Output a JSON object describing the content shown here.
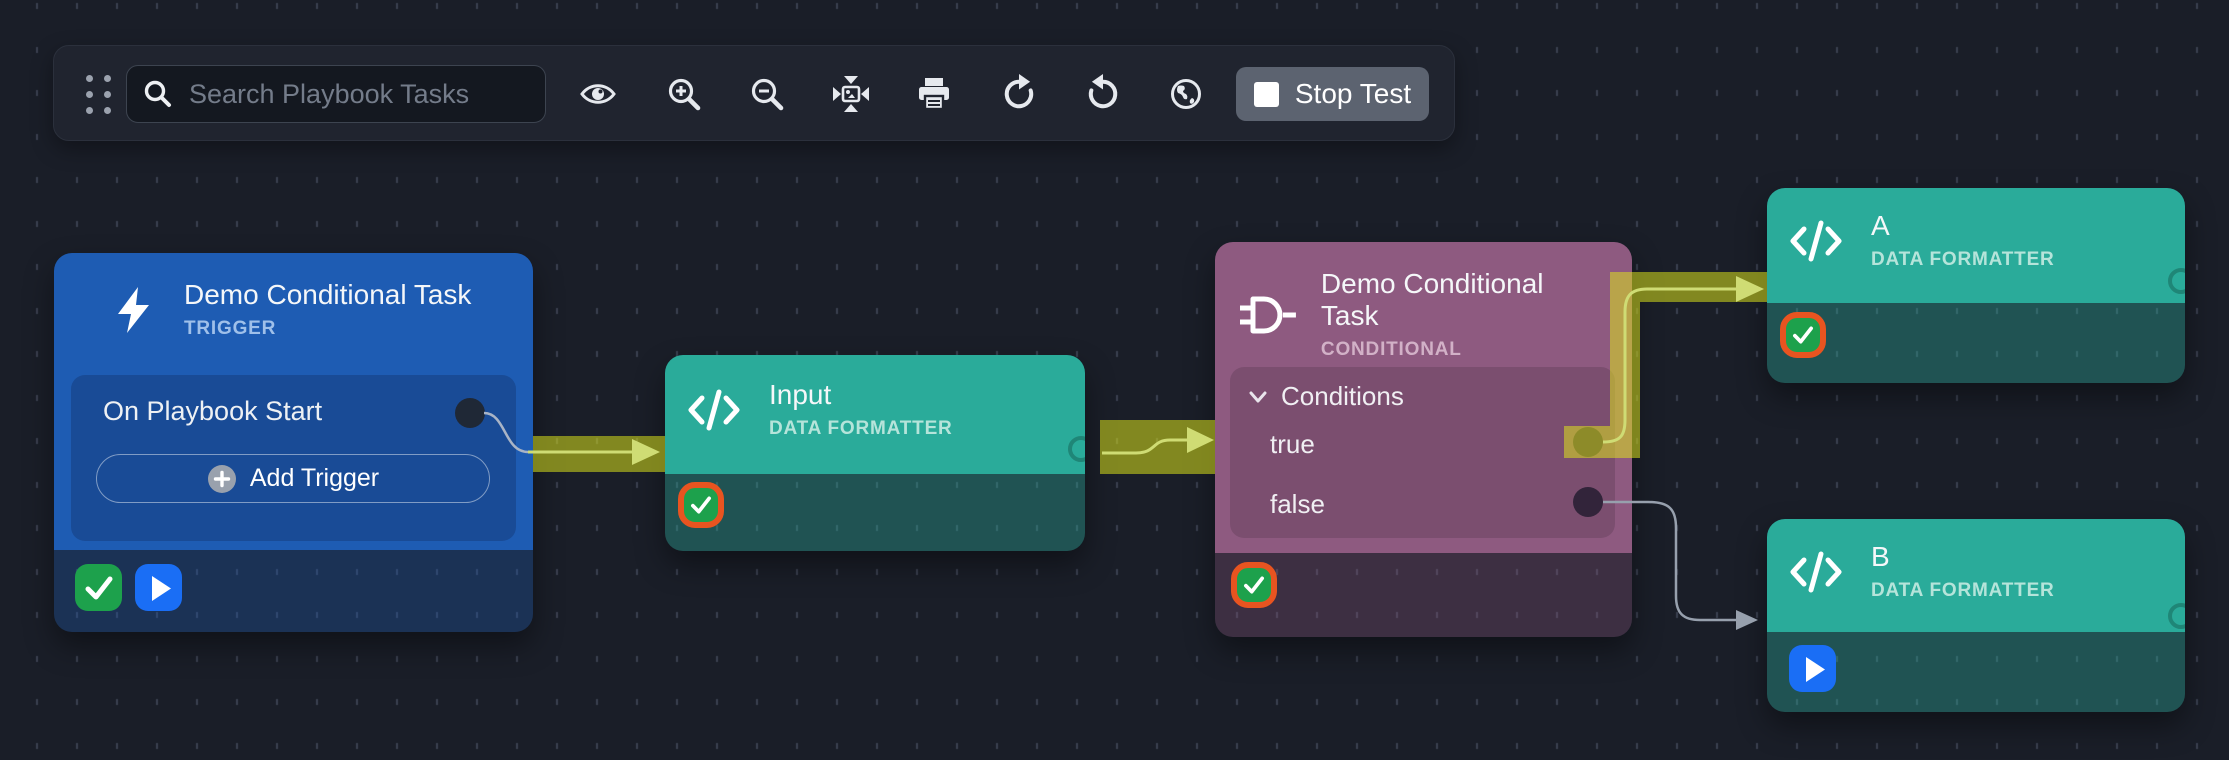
{
  "toolbar": {
    "search": {
      "placeholder": "Search Playbook Tasks"
    },
    "icon_buttons": [
      "eye",
      "zoom-in",
      "zoom-out",
      "fit-view",
      "print",
      "redo",
      "undo",
      "globe"
    ],
    "stop_test": {
      "label": "Stop Test"
    }
  },
  "nodes": {
    "trigger": {
      "title": "Demo Conditional Task",
      "type_label": "TRIGGER",
      "event_row": "On Playbook Start",
      "add_trigger_label": "Add Trigger",
      "statuses": [
        "success",
        "run"
      ]
    },
    "input": {
      "title": "Input",
      "type_label": "DATA FORMATTER",
      "statuses": [
        "success-selected"
      ]
    },
    "conditional": {
      "title": "Demo Conditional Task",
      "type_label": "CONDITIONAL",
      "section_label": "Conditions",
      "branches": {
        "true_label": "true",
        "false_label": "false"
      },
      "statuses": [
        "success-selected"
      ]
    },
    "a": {
      "title": "A",
      "type_label": "DATA FORMATTER",
      "statuses": [
        "success-selected"
      ]
    },
    "b": {
      "title": "B",
      "type_label": "DATA FORMATTER",
      "statuses": [
        "run"
      ]
    }
  },
  "edges": [
    {
      "from": "trigger:On Playbook Start",
      "to": "input",
      "highlighted": true
    },
    {
      "from": "input",
      "to": "conditional",
      "highlighted": true
    },
    {
      "from": "conditional:true",
      "to": "a",
      "highlighted": true
    },
    {
      "from": "conditional:false",
      "to": "b",
      "highlighted": false
    }
  ],
  "colors": {
    "canvas_bg": "#1a1e28",
    "trigger_node": "#1e5cb3",
    "formatter_node": "#2aab9a",
    "conditional_node": "#8e5a80",
    "edge_highlight": "#d8e21c",
    "edge_default": "#97a0ad",
    "status_success": "#1da14c",
    "status_run": "#1a6ef5",
    "selection_ring": "#e85420"
  }
}
